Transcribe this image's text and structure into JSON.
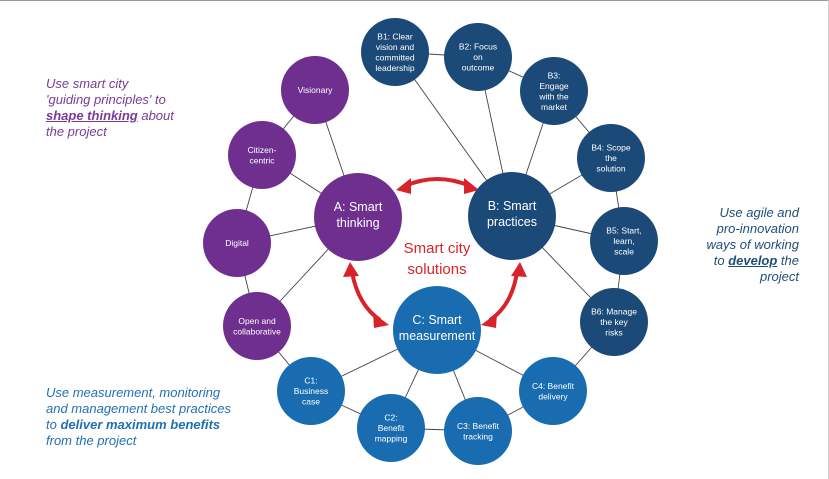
{
  "center_label": [
    "Smart city",
    "solutions"
  ],
  "notes": {
    "a": {
      "l1": "Use smart city",
      "l2": "'guiding principles' to",
      "em": "shape thinking",
      "after_em": " about",
      "l4": "the project"
    },
    "b": {
      "l1": "Use agile and",
      "l2": "pro-innovation",
      "l3": "ways of working",
      "pre": "to ",
      "em": "develop",
      "after_em": " the",
      "l5": "project"
    },
    "c": {
      "l1": "Use measurement, monitoring",
      "l2": "and management best practices",
      "pre": "to ",
      "em": "deliver maximum benefits",
      "l4": "from the project"
    }
  },
  "hubs": {
    "a": [
      "A: Smart",
      "thinking"
    ],
    "b": [
      "B: Smart",
      "practices"
    ],
    "c": [
      "C: Smart",
      "measurement"
    ]
  },
  "a_nodes": [
    [
      "Visionary"
    ],
    [
      "Citizen-",
      "centric"
    ],
    [
      "Digital"
    ],
    [
      "Open and",
      "collaborative"
    ]
  ],
  "b_nodes": [
    [
      "B1: Clear",
      "vision and",
      "committed",
      "leadership"
    ],
    [
      "B2: Focus",
      "on",
      "outcome"
    ],
    [
      "B3:",
      "Engage",
      "with the",
      "market"
    ],
    [
      "B4: Scope",
      "the",
      "solution"
    ],
    [
      "B5: Start,",
      "learn,",
      "scale"
    ],
    [
      "B6: Manage",
      "the key",
      "risks"
    ]
  ],
  "c_nodes": [
    [
      "C1:",
      "Business",
      "case"
    ],
    [
      "C2:",
      "Benefit",
      "mapping"
    ],
    [
      "C3: Benefit",
      "tracking"
    ],
    [
      "C4: Benefit",
      "delivery"
    ]
  ],
  "colors": {
    "purple": "#6e2f8f",
    "navy": "#1b4a78",
    "blue": "#1a6cb0",
    "red": "#d8232a"
  }
}
